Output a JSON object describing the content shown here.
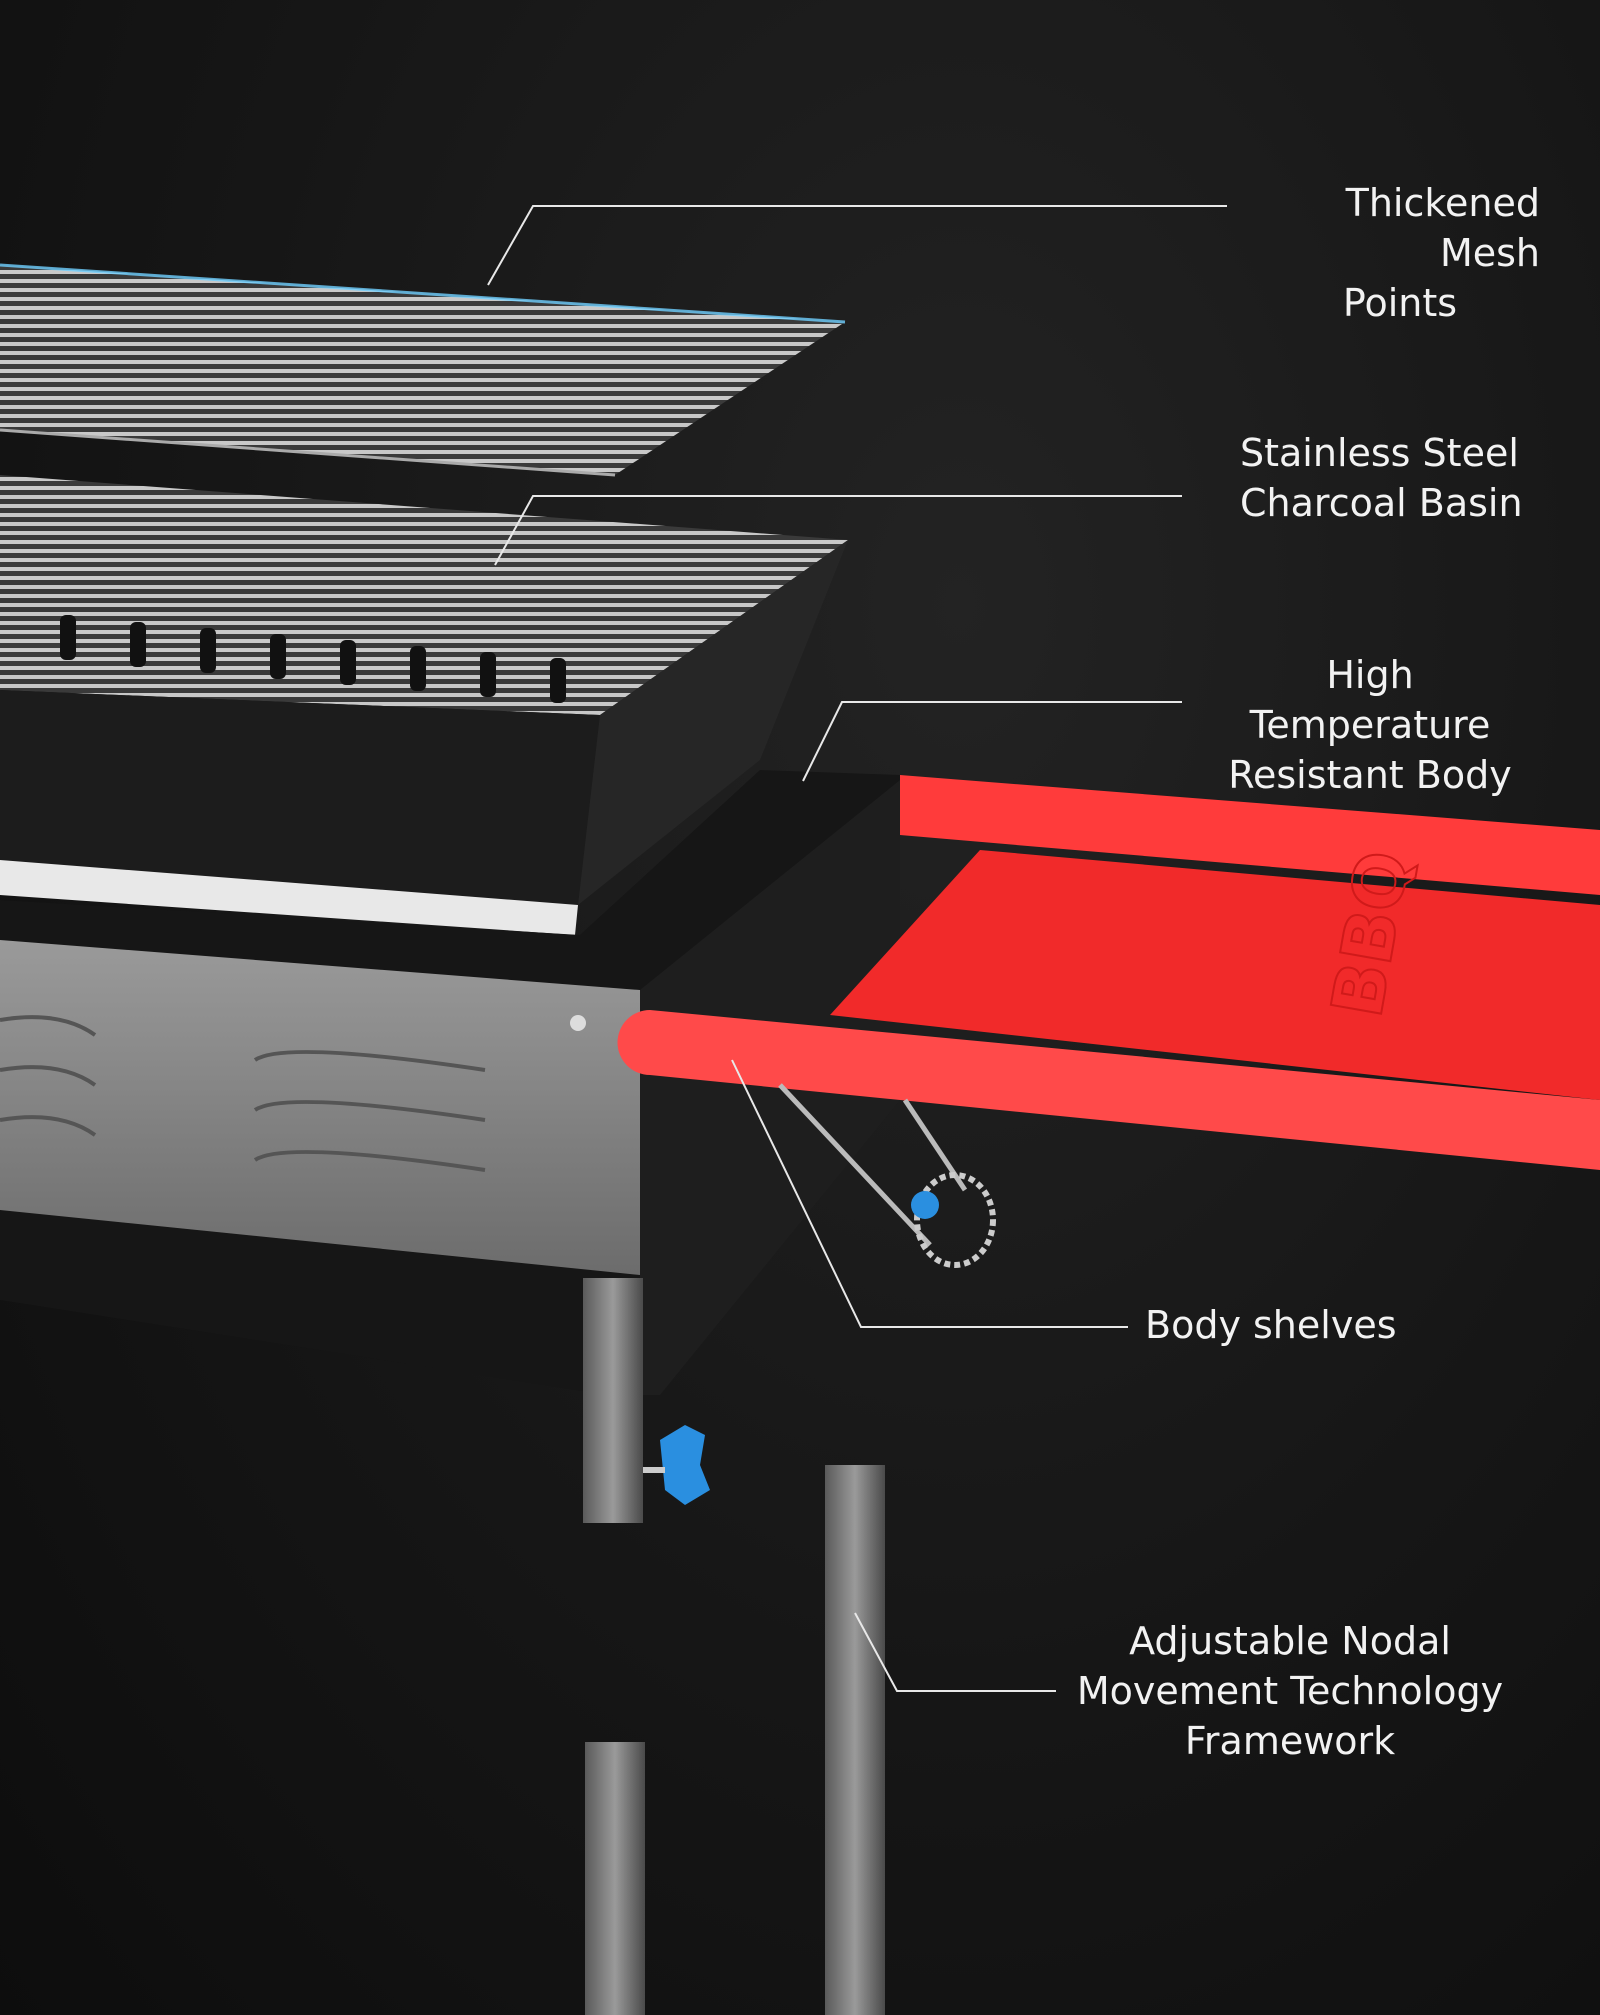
{
  "callouts": {
    "mesh": {
      "line1": "Thickened Mesh",
      "line2": "Points"
    },
    "basin": {
      "line1": "Stainless Steel",
      "line2": "Charcoal Basin"
    },
    "body": {
      "line1": "High Temperature",
      "line2": "Resistant Body"
    },
    "shelves": {
      "line1": "Body shelves"
    },
    "frame": {
      "line1": "Adjustable Nodal",
      "line2": "Movement Technology",
      "line3": "Framework"
    }
  },
  "shelf_logo": "BBQ",
  "colors": {
    "shelf": "#ff2a2a",
    "knob": "#2a8fe0",
    "steel": "#8c8c8c",
    "background": "#161616"
  }
}
